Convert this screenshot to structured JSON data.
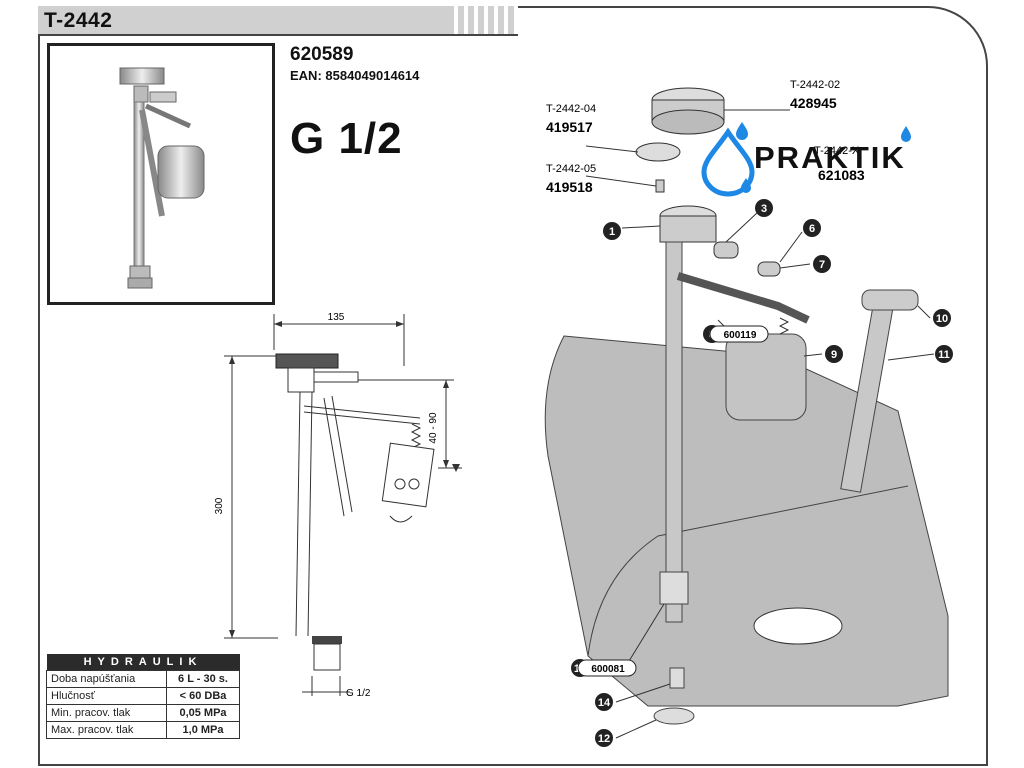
{
  "header": {
    "title": "T-2442"
  },
  "product": {
    "code": "620589",
    "ean": "EAN: 8584049014614",
    "thread": "G 1/2"
  },
  "dimensions": {
    "width": "135",
    "height": "300",
    "float_range": "40 - 90",
    "connector": "G 1/2"
  },
  "hydraulik": {
    "title": "HYDRAULIK",
    "rows": [
      {
        "label": "Doba napúšťania",
        "value": "6 L - 30 s."
      },
      {
        "label": "Hlučnosť",
        "value": "< 60 DBa"
      },
      {
        "label": "Min. pracov. tlak",
        "value": "0,05 MPa"
      },
      {
        "label": "Max. pracov. tlak",
        "value": "1,0 MPa"
      }
    ]
  },
  "logo": {
    "text": "PRAKTIK",
    "accent": "#1e88e5"
  },
  "parts": {
    "p02_ref": "T-2442-02",
    "p02_code": "428945",
    "p04_ref": "T-2442-04",
    "p04_code": "419517",
    "p05_ref": "T-2442-05",
    "p05_code": "419518",
    "p_x_ref": "T-2442-X",
    "p_x_code": "621083",
    "n1": "1",
    "n3": "3",
    "n6": "6",
    "n7": "7",
    "n8": "8",
    "c8": "600119",
    "n9": "9",
    "n10": "10",
    "n11": "11",
    "n12": "12",
    "n13": "13",
    "c13": "600081",
    "n14": "14"
  }
}
